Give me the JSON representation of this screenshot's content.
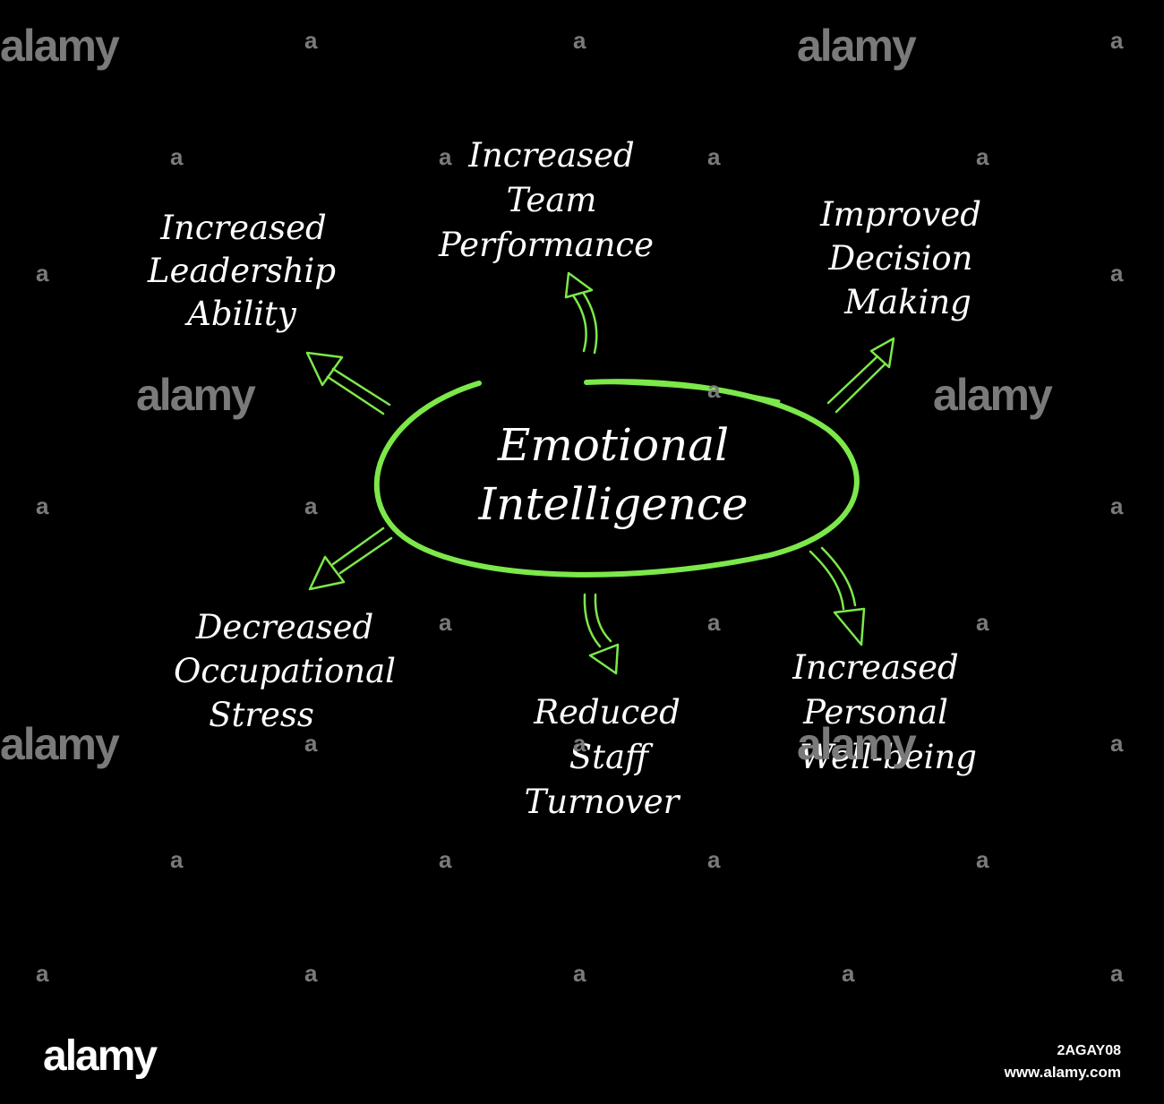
{
  "diagram": {
    "center": {
      "lines": [
        "Emotional",
        "Intelligence"
      ]
    },
    "outcomes": {
      "top_left": {
        "lines": [
          "Increased",
          "Leadership",
          "Ability"
        ]
      },
      "top_center": {
        "lines": [
          "Increased",
          "Team",
          "Performance"
        ]
      },
      "top_right": {
        "lines": [
          "Improved",
          "Decision",
          "Making"
        ]
      },
      "bottom_left": {
        "lines": [
          "Decreased",
          "Occupational",
          "Stress"
        ]
      },
      "bottom_center": {
        "lines": [
          "Reduced",
          "Staff",
          "Turnover"
        ]
      },
      "bottom_right": {
        "lines": [
          "Increased",
          "Personal",
          "Well-being"
        ]
      }
    },
    "colors": {
      "background": "#000000",
      "accent": "#7CE84A",
      "text": "#FFFFFF"
    }
  },
  "watermark": {
    "brand": "alamy",
    "mark": "a",
    "image_id": "2AGAY08",
    "site": "www.alamy.com"
  }
}
